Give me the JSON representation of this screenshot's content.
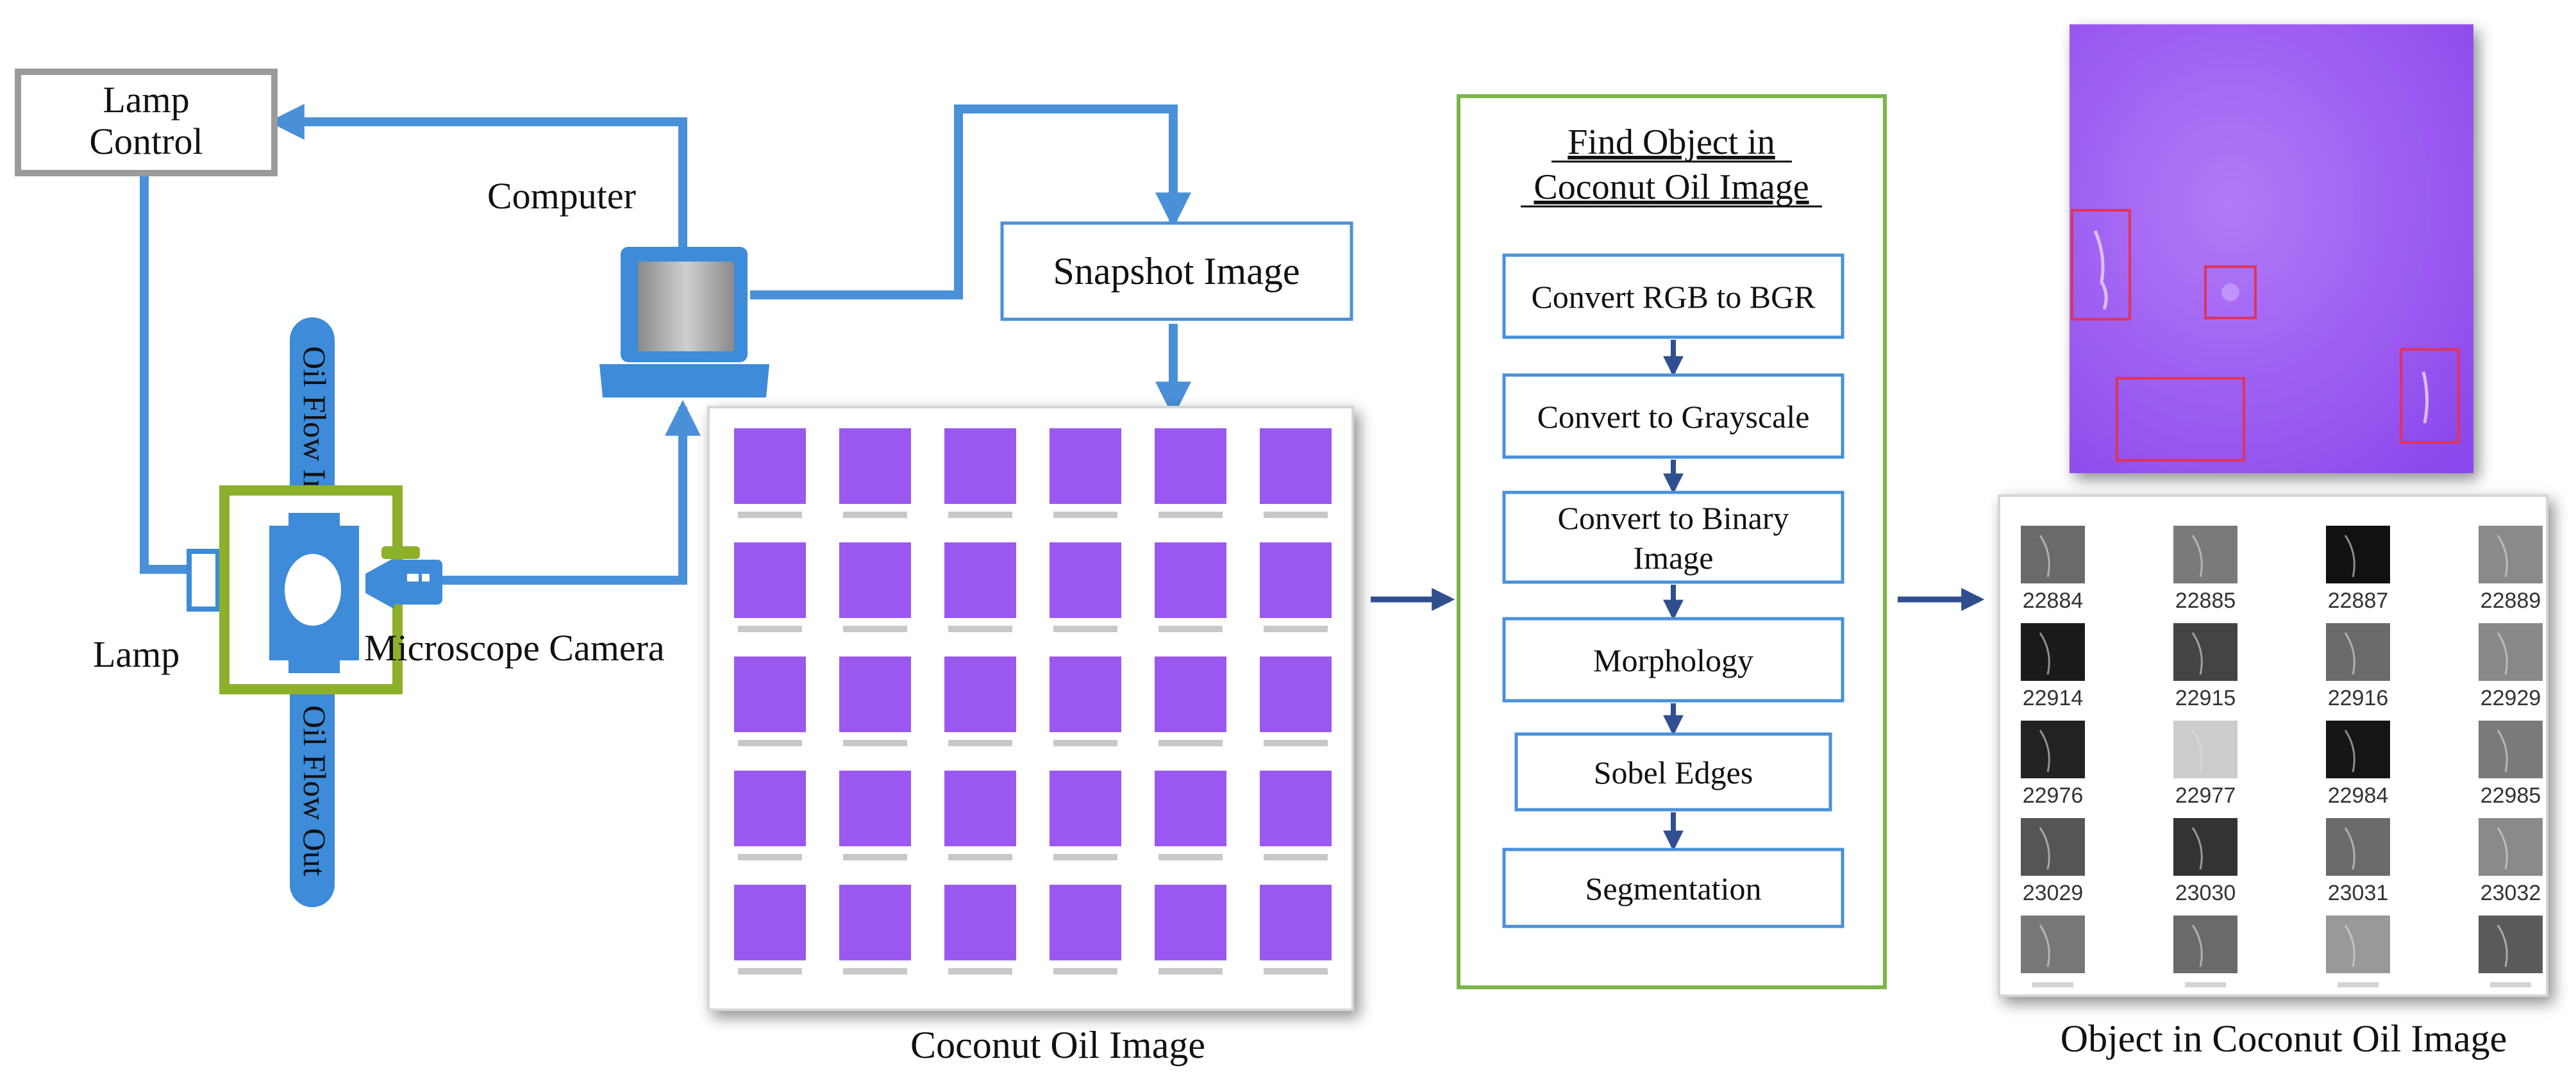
{
  "colors": {
    "connector": "#4a90d9",
    "device_fill": "#3d8bd9",
    "flow_arrow": "#2f4f8f",
    "holder_border": "#8db02b",
    "process_border": "#7ab648",
    "step_border": "#4a90d9",
    "lamp_control_border": "#9a9a9a",
    "oil_sample": "#9b58f0",
    "marker_box": "#e0335a"
  },
  "hardware": {
    "lamp_control": [
      "Lamp",
      "Control"
    ],
    "computer": "Computer",
    "lamp": "Lamp",
    "microscope_camera": "Microscope Camera",
    "oil_flow_in": "Oil Flow In",
    "oil_flow_out": "Oil Flow Out",
    "snapshot_image": "Snapshot Image"
  },
  "coconut_oil_panel": {
    "caption": "Coconut Oil Image",
    "rows": 5,
    "cols": 6
  },
  "process": {
    "title": [
      "Find Object in",
      "Coconut Oil Image"
    ],
    "steps": [
      [
        "Convert RGB to BGR"
      ],
      [
        "Convert to Grayscale"
      ],
      [
        "Convert to Binary",
        "Image"
      ],
      [
        "Morphology"
      ],
      [
        "Sobel Edges"
      ],
      [
        "Segmentation"
      ]
    ]
  },
  "object_panel": {
    "caption": "Object in Coconut Oil Image",
    "labels": [
      [
        "22884",
        "22885",
        "22887",
        "22889"
      ],
      [
        "22914",
        "22915",
        "22916",
        "22929"
      ],
      [
        "22976",
        "22977",
        "22984",
        "22985"
      ],
      [
        "23029",
        "23030",
        "23031",
        "23032"
      ]
    ]
  }
}
